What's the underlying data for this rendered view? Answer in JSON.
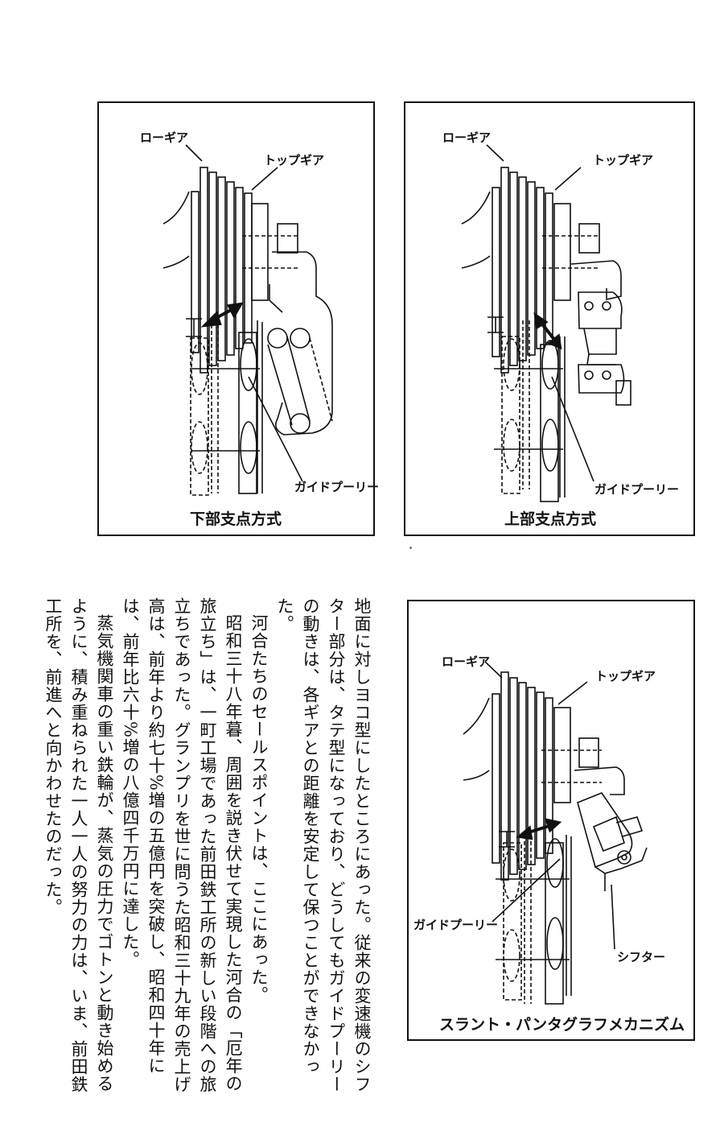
{
  "figures": [
    {
      "id": "lower",
      "caption": "下部支点方式",
      "labels": {
        "low_gear": "ローギア",
        "top_gear": "トップギア",
        "guide_pulley": "ガイドプーリー"
      }
    },
    {
      "id": "upper",
      "caption": "上部支点方式",
      "labels": {
        "low_gear": "ローギア",
        "top_gear": "トップギア",
        "guide_pulley": "ガイドプーリー"
      }
    },
    {
      "id": "slant",
      "caption": "スラント・パンタグラフメカニズム",
      "labels": {
        "low_gear": "ローギア",
        "top_gear": "トップギア",
        "guide_pulley": "ガイドプーリー",
        "shifter": "シフター"
      }
    }
  ],
  "body_paragraphs": [
    "地面に対しヨコ型にしたところにあった。従来の変速機のシフター部分は、タテ型になっており、どうしてもガイドプーリーの動きは、各ギアとの距離を安定して保つことができなかった。",
    "河合たちのセールスポイントは、ここにあった。",
    "昭和三十八年暮、周囲を説き伏せて実現した河合の「厄年の旅立ち」は、一町工場であった前田鉄工所の新しい段階への旅立ちであった。グランプリを世に問うた昭和三十九年の売上げ高は、前年より約七十%増の五億円を突破し、昭和四十年には、前年比六十%増の八億四千万円に達した。",
    "蒸気機関車の重い鉄輪が、蒸気の圧力でゴトンと動き始めるように、積み重ねられた一人一人の努力の力は、いま、前田鉄工所を、前進へと向かわせたのだった。"
  ]
}
